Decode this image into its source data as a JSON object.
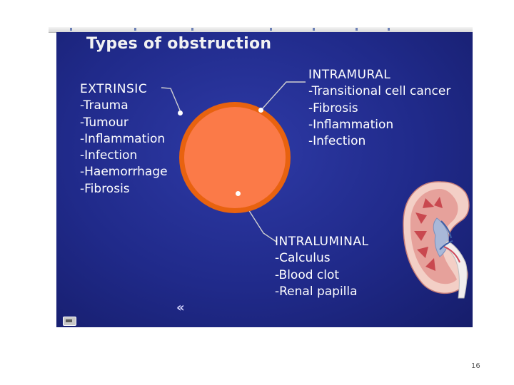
{
  "slide": {
    "title": "Types of obstruction",
    "extrinsic": {
      "heading": "EXTRINSIC",
      "items": [
        "-Trauma",
        "-Tumour",
        "-Inflammation",
        "-Infection",
        "-Haemorrhage",
        "-Fibrosis"
      ]
    },
    "intramural": {
      "heading": "INTRAMURAL",
      "items": [
        "-Transitional cell cancer",
        "-Fibrosis",
        "-Inflammation",
        "-Infection"
      ]
    },
    "intraluminal": {
      "heading": "INTRALUMINAL",
      "items": [
        "-Calculus",
        "-Blood clot",
        "-Renal papilla"
      ]
    },
    "back_glyph": "«"
  },
  "page_number": "16",
  "colors": {
    "slide_background": "#202a8a",
    "ureter_wall": "#e8620f",
    "ureter_lumen": "#fb7a48",
    "text": "#ffffff"
  },
  "icons": [
    "kidney-illustration",
    "back-arrow-icon",
    "screen-icon"
  ]
}
